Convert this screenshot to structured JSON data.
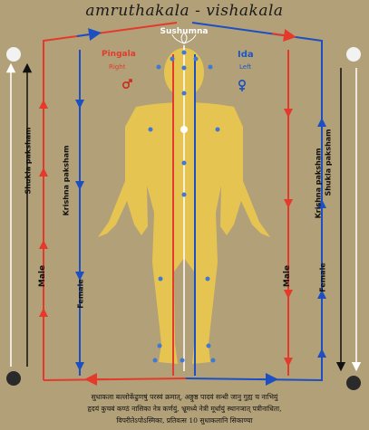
{
  "title": "amruthakala - vishakala",
  "nadis": {
    "center": "Sushumna",
    "left_name": "Pingala",
    "left_side": "Right",
    "right_name": "Ida",
    "right_side": "Left"
  },
  "side_labels": {
    "outer_left": "Shukla paksham",
    "inner_left": "Krishna paksham",
    "inner_right": "Krishna paksham",
    "outer_right": "Shukla paksham",
    "male": "Male",
    "female": "Female"
  },
  "colors": {
    "red": "#e5392c",
    "blue": "#1b4fc2",
    "body": "#e6c452",
    "bg": "#b2a078"
  },
  "icons": [
    "full-moon-icon",
    "new-moon-icon",
    "mars-symbol-icon",
    "venus-symbol-icon",
    "lotus-icon"
  ],
  "footer": {
    "line1": "सुधाकला बल्लोकेंढुणषुं परस्वं क्रमात्, अङ्गुष्ठ पादवं सन्धी जानु गुह्य च नाभियुं",
    "line2": "हृदयं कुचबं कण्ठं नासिका नेत्र कर्णयुं, भ्रूमध्ये नेत्री मूर्धायुं स्थानञात् पत्रीनाधिता,",
    "line3": "विपरीतेऽपोऽस्मिका, प्रतिवत्स 10 सुधाकलानि सिकाण्या"
  }
}
